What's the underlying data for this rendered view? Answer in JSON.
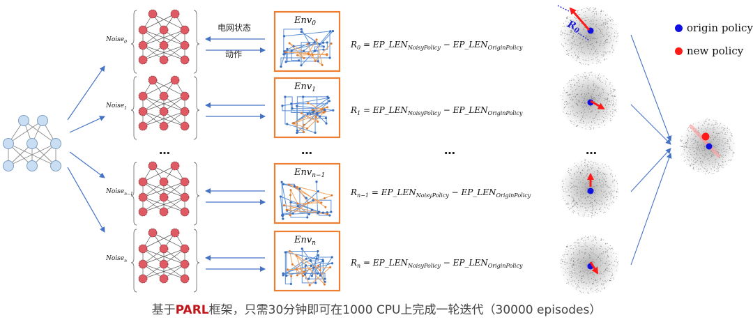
{
  "labels": {
    "grid_state": "电网状态",
    "action": "动作",
    "ellipsis": "…"
  },
  "rows": [
    {
      "noise": "Noise",
      "noise_sub": "0",
      "env": "Env",
      "env_sub": "0",
      "r": "R",
      "r_sub": "0"
    },
    {
      "noise": "Noise",
      "noise_sub": "1",
      "env": "Env",
      "env_sub": "1",
      "r": "R",
      "r_sub": "1"
    },
    {
      "noise": "Noise",
      "noise_sub": "n−1",
      "env": "Env",
      "env_sub": "n−1",
      "r": "R",
      "r_sub": "n−1"
    },
    {
      "noise": "Noise",
      "noise_sub": "n",
      "env": "Env",
      "env_sub": "n",
      "r": "R",
      "r_sub": "n"
    }
  ],
  "formula": {
    "equals": "=",
    "minus": "−",
    "ep_len": "EP_LEN",
    "noisy_sub": "NoisyPolicy",
    "origin_sub": "OriginPolicy"
  },
  "radius_label": {
    "text": "R",
    "sub": "0"
  },
  "legend": [
    {
      "label": "origin policy",
      "color": "#1010e0"
    },
    {
      "label": "new policy",
      "color": "#ff1a1a"
    }
  ],
  "caption": {
    "prefix": "基于",
    "brand": "PARL",
    "suffix": "框架，只需30分钟即可在1000 CPU上完成一轮迭代（30000 episodes）"
  },
  "colors": {
    "arrow_blue": "#4472c4",
    "env_orange": "#ed7d31",
    "node_red": "#e05a64",
    "node_blue": "#c9def3",
    "policy_blue": "#1010e0",
    "policy_red": "#ff1a1a"
  }
}
